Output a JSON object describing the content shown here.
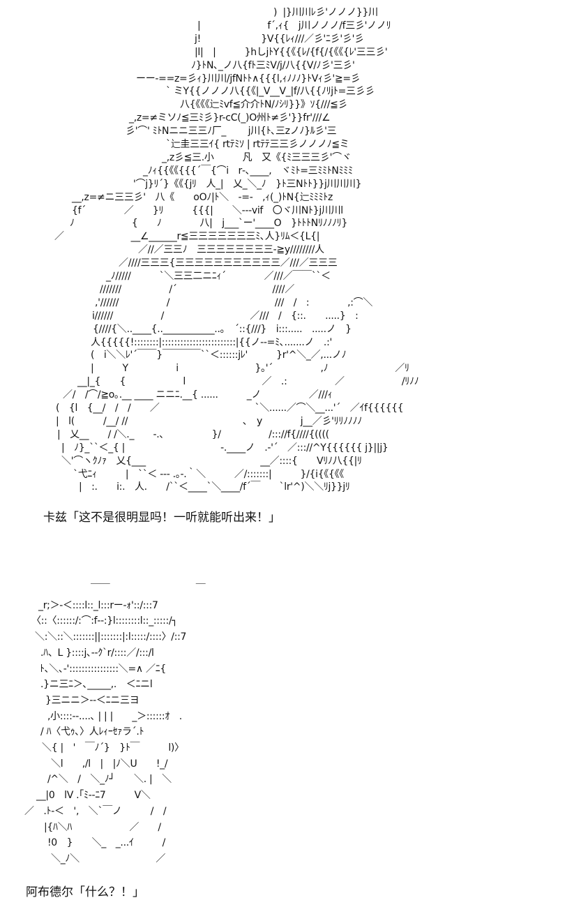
{
  "art1": [
    ")  |}川川ﾚ彡'ノノノ}}川",
    "|　　　　　　　f´,ｨ{　j川ノノノ/f三彡'ノノﾘ",
    "j!　　　　　　 }V{{ﾚｨ///／彡'ﾆ彡'彡'彡",
    "|l|　|　　　}hしjﾄY{{《{ﾚ/{f{/{《《{ﾚ'三三彡'",
    "ﾉ}ﾄN､_ノ八{fﾄ三ﾐV/j/八{{V/ﾉ彡'三彡'",
    "ーー‐==z=彡ｨ}川川/jfNﾄﾄ∧{{{l,ｨﾉﾉﾉ}ﾄVｨ彡'≧=彡",
    "` ミY{{ノノノ八{{《|_V__V_|f/八{{ﾉﾘjﾄ=三彡彡",
    "八{《《《辷ﾐvf≦介介ﾄN/ﾉｼﾘ}}》ｿ{///≦彡",
    "_,z=≠ミソﾉ≦三ﾐ彡}r-cC(_)O州ﾄ≠彡'}}fr'///∠",
    "彡'⌒' ﾐﾄNニニ三三ﾉ厂_　　 j川{ﾄ､三zノﾉ}ﾙ彡'三",
    "`辷圭三三ｲ{ rtﾃﾐｿ | rtﾃﾃ三三彡ノノノﾉ≦ミ",
    "_,z彡≦三.小　　　凡　又《{ﾐ三三三彡'⌒ヾ",
    "_ﾉｨ{{《《{{{´￣{⌒i　r‐､____,　ヾﾐﾄ=三ﾐﾐﾄNﾐﾐﾐ",
    "'⌒j}ﾘ´}《《{jﾘ　人_|　乂_＼_ﾉ　}ﾄ三Nﾄﾄ}}j川川川}",
    "__,z=≠ニ三三彡'　八《　　oOﾉ|ﾄ＼　‐=‐　,ｨ(_)ﾄN{辷ﾐﾐﾐﾄz",
    "{f´　　　　／　　}ﾘ　　　{{{|　　＼‐‐‐vif　〇ヾ川Nﾄ}j川川l",
    "ﾉ　　　　　　{　　ﾉ　　　　八|　j___`ー'____O　}ﾄﾄﾄNﾘﾉﾉﾉﾘ}",
    "／　　　　　　　__∠______r≦三三三三三三三ﾐ､人}ﾘﾑ＜{L{|",
    "／//／三三ﾉ　三三三三三三三三-≧y////////人",
    "／////三三三{三三三三三三三三三三三／///／三三三",
    "_ﾉ/////　　　`＼三三二ニﾆｨ´　　　　／///／￣￣``＜",
    "///////　　　　　/´　　　　　　　　　　////／",
    ",'//////　　　　　/　　　　　　　　　　　///　/　:　　　　,:⌒＼",
    "i//////　　　　　/　　　　　　　　　／///　/　{::.　　.....}　:",
    "{////{＼..____{..___________..｡　´::{///}　i:::.....　.....ノ　}",
    "人{{{{{!::::::::|::::::::::::::::::::::::|{{ノ‐‐=ﾐ､.......ノ　.:'",
    "(　i＼＼ﾚ'´￣￣}￣￣￣￣``＜::::::jﾚ'　　　}r'^＼_／,...ノﾉ",
    "|　　　Y　　　　　i　　　　　　　　}｡'´　　　　　,ﾉ　　　　　　　／ﾘ",
    "__|_{　　{　　　　　　l　　　　　　　　／　.:　　　　　／　　　　　　/ﾘﾉﾉ",
    "／/　/⌒/≧o｡.__ ____ ニニﾆ.__{ ......　　　_ノ　　　　　／///ｨ",
    "(　{l　{__/　/　/　　／　　　　　　　　　　`＼......／⌒＼__...'´　／ｲf{{{{{{",
    "|　l(　　　/__/ //　　　　　　　　　　　　、　y　　　　j__／彡'ﾘﾘﾉﾉﾉﾉ",
    "|　乂__　　/ /＼._　　‐.､　　　　　}/　　　　　/::://f{////{((((",
    "|　ﾉ}_``＜_{ |　　　　　　　　　　‐.____ノ　.‐'´　／::://^Y{{{{{{ j}||j}",
    "＼'⌒ヽｸﾉｧ　乂{___　　　　　　　　　　　　__／::::{　　Vﾘﾉ八{{|ﾘ",
    "`弋ﾆｨ　　　|　``＜ ‐‐‐ .｡‐.｀＼　　　／/:::::::|　　　}/{i{《{《《",
    "|　:.　　i:.　人.　　/``＜____`＼____/f´￣　　`lr'^)＼＼ﾘj}}jﾘ"
  ],
  "caption1": "卡兹「这不是很明显吗！一听就能听出来！」",
  "art2": [
    "￣￣　　　　　　　　　￣",
    "_r;＞‐＜::::l::_l:::rー‐ｫ'::/:::7",
    "〈::〈::::::/:⌒:f‐‐:}l::::::::l::_:::::/┐",
    "＼:＼::＼:::::::||:::::::|:l:::::/::::〉/::7",
    ".ﾊ、L }::::j､‐‐ｸ`r/::::／/:::/l",
    "ﾄ､＼､‐'::::::::::::::::＼=∧ ／ﾆ{",
    ".}ニ三ﾆ＞､_____,.　＜ﾆニl",
    "}三ニニ＞‐‐＜ﾆニ三ヨ",
    ",小::::‐‐....､ | | |　　_＞::::::ｵ　.",
    "/ ﾊ〈弋ｩ､〉人ﾚｨｰｾｧラ´.ﾄ",
    "＼{ |　'　￣ﾉ´}　}ﾄ￣　　　l)〉",
    "＼l　　,/l　|　|ﾉ＼U　　!_/",
    "/^＼　/　＼_ﾉ┘　　＼. |　＼",
    "__|0　lV .｢ﾐ‐‐ﾆ7　　　V＼",
    "／　.ﾄ‐＜　',　＼`￣ノ　　　/　/",
    "|{ﾊ＼ﾊ　　　　　　／　　/",
    "!0　}　　＼_　_...ｲ　　　/",
    "＼_ﾉ＼　　　　　　　　／"
  ],
  "caption2": "阿布德尔「什么？！」"
}
